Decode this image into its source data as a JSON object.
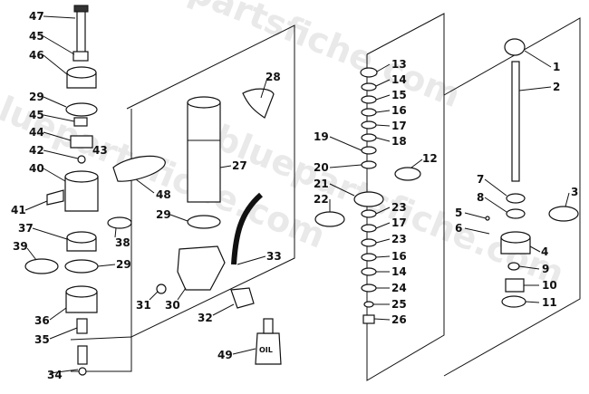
{
  "watermark": "bluepartsfiche.com",
  "bottle_text": "OIL",
  "callouts": [
    {
      "id": "c47",
      "text": "47"
    },
    {
      "id": "c45a",
      "text": "45"
    },
    {
      "id": "c46",
      "text": "46"
    },
    {
      "id": "c29a",
      "text": "29"
    },
    {
      "id": "c45b",
      "text": "45"
    },
    {
      "id": "c44",
      "text": "44"
    },
    {
      "id": "c42",
      "text": "42"
    },
    {
      "id": "c43",
      "text": "43"
    },
    {
      "id": "c40",
      "text": "40"
    },
    {
      "id": "c41",
      "text": "41"
    },
    {
      "id": "c48",
      "text": "48"
    },
    {
      "id": "c37",
      "text": "37"
    },
    {
      "id": "c38",
      "text": "38"
    },
    {
      "id": "c39",
      "text": "39"
    },
    {
      "id": "c29b",
      "text": "29"
    },
    {
      "id": "c29c",
      "text": "29"
    },
    {
      "id": "c27",
      "text": "27"
    },
    {
      "id": "c28",
      "text": "28"
    },
    {
      "id": "c33",
      "text": "33"
    },
    {
      "id": "c31",
      "text": "31"
    },
    {
      "id": "c30",
      "text": "30"
    },
    {
      "id": "c32",
      "text": "32"
    },
    {
      "id": "c36",
      "text": "36"
    },
    {
      "id": "c35",
      "text": "35"
    },
    {
      "id": "c34",
      "text": "34"
    },
    {
      "id": "c49",
      "text": "49"
    },
    {
      "id": "c13",
      "text": "13"
    },
    {
      "id": "c14a",
      "text": "14"
    },
    {
      "id": "c15",
      "text": "15"
    },
    {
      "id": "c16a",
      "text": "16"
    },
    {
      "id": "c17a",
      "text": "17"
    },
    {
      "id": "c18",
      "text": "18"
    },
    {
      "id": "c19",
      "text": "19"
    },
    {
      "id": "c20",
      "text": "20"
    },
    {
      "id": "c21",
      "text": "21"
    },
    {
      "id": "c22",
      "text": "22"
    },
    {
      "id": "c12",
      "text": "12"
    },
    {
      "id": "c23a",
      "text": "23"
    },
    {
      "id": "c17b",
      "text": "17"
    },
    {
      "id": "c23b",
      "text": "23"
    },
    {
      "id": "c16b",
      "text": "16"
    },
    {
      "id": "c14b",
      "text": "14"
    },
    {
      "id": "c24",
      "text": "24"
    },
    {
      "id": "c25",
      "text": "25"
    },
    {
      "id": "c26",
      "text": "26"
    },
    {
      "id": "c1",
      "text": "1"
    },
    {
      "id": "c2",
      "text": "2"
    },
    {
      "id": "c3",
      "text": "3"
    },
    {
      "id": "c4",
      "text": "4"
    },
    {
      "id": "c5",
      "text": "5"
    },
    {
      "id": "c6",
      "text": "6"
    },
    {
      "id": "c7",
      "text": "7"
    },
    {
      "id": "c8",
      "text": "8"
    },
    {
      "id": "c9",
      "text": "9"
    },
    {
      "id": "c10",
      "text": "10"
    },
    {
      "id": "c11",
      "text": "11"
    }
  ]
}
